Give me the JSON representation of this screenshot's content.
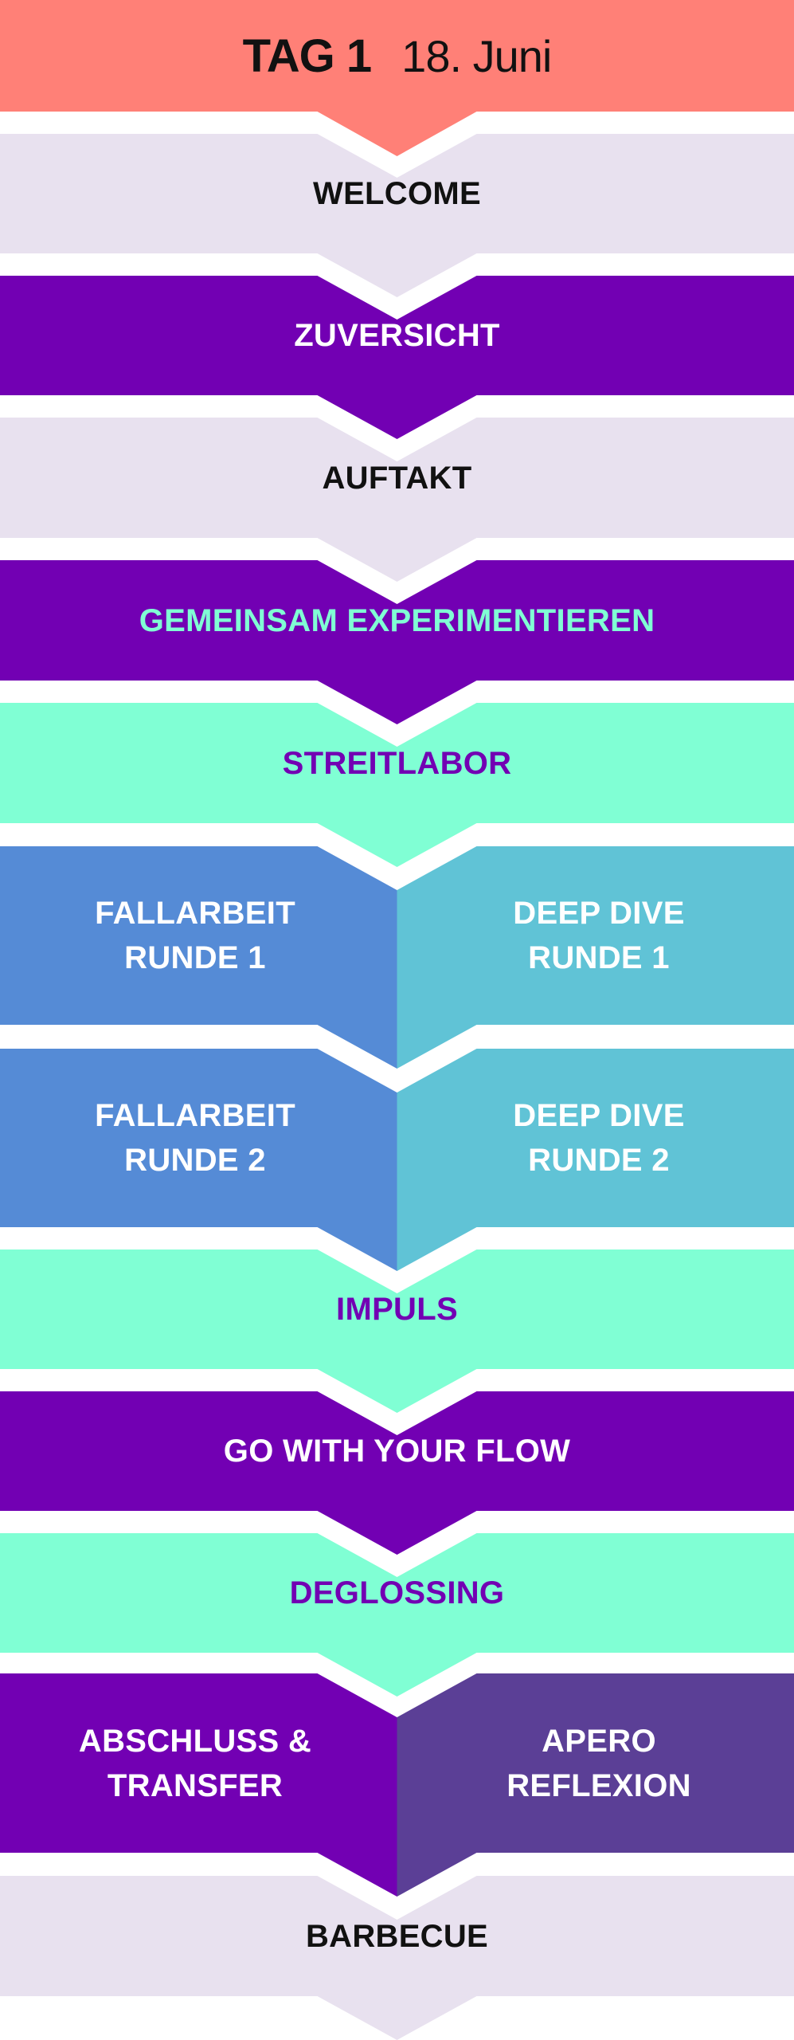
{
  "colors": {
    "header": "#ff8077",
    "light": "#e8e1ef",
    "purple": "#7200b3",
    "mint": "#80ffd4",
    "blue": "#558bd6",
    "cyan": "#60c3d6",
    "violet": "#5b3f96",
    "white_text": "#ffffff",
    "dark_text": "#111111",
    "mint_text": "#80ffd4",
    "purple_text": "#7200b3"
  },
  "header": {
    "day": "TAG 1",
    "date": "18. Juni"
  },
  "steps": [
    {
      "label": "WELCOME",
      "fill": "light",
      "text": "dark_text"
    },
    {
      "label": "ZUVERSICHT",
      "fill": "purple",
      "text": "white_text"
    },
    {
      "label": "AUFTAKT",
      "fill": "light",
      "text": "dark_text"
    },
    {
      "label": "GEMEINSAM EXPERIMENTIEREN",
      "fill": "purple",
      "text": "mint_text"
    },
    {
      "label": "STREITLABOR",
      "fill": "mint",
      "text": "purple_text"
    },
    {
      "split": true,
      "left": {
        "label": "FALLARBEIT\nRUNDE 1",
        "fill": "blue",
        "text": "white_text"
      },
      "right": {
        "label": "DEEP DIVE\nRUNDE 1",
        "fill": "cyan",
        "text": "white_text"
      }
    },
    {
      "split": true,
      "left": {
        "label": "FALLARBEIT\nRUNDE 2",
        "fill": "blue",
        "text": "white_text"
      },
      "right": {
        "label": "DEEP DIVE\nRUNDE 2",
        "fill": "cyan",
        "text": "white_text"
      }
    },
    {
      "label": "IMPULS",
      "fill": "mint",
      "text": "purple_text"
    },
    {
      "label": "GO WITH YOUR FLOW",
      "fill": "purple",
      "text": "white_text"
    },
    {
      "label": "DEGLOSSING",
      "fill": "mint",
      "text": "purple_text"
    },
    {
      "split": true,
      "left": {
        "label": "ABSCHLUSS &\nTRANSFER",
        "fill": "purple",
        "text": "white_text"
      },
      "right": {
        "label": "APERO\nREFLEXION",
        "fill": "violet",
        "text": "white_text"
      }
    },
    {
      "label": "BARBECUE",
      "fill": "light",
      "text": "dark_text"
    }
  ]
}
